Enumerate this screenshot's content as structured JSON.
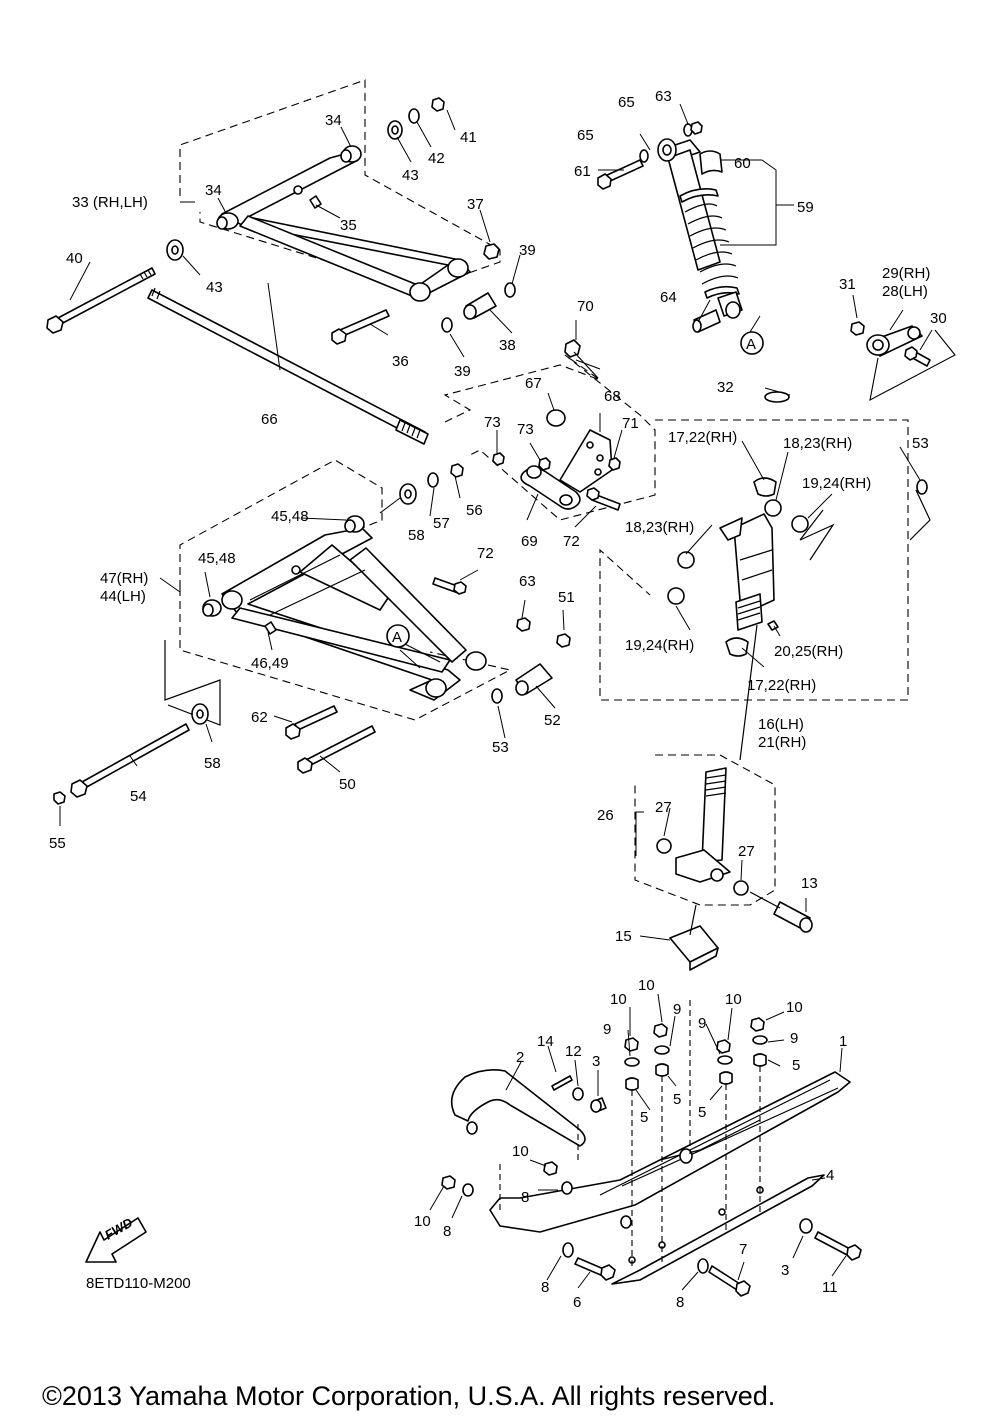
{
  "diagram": {
    "labels": {
      "l1": "1",
      "l2": "2",
      "l3a": "3",
      "l3b": "3",
      "l4": "4",
      "l5a": "5",
      "l5b": "5",
      "l5c": "5",
      "l5d": "5",
      "l6": "6",
      "l7": "7",
      "l8a": "8",
      "l8b": "8",
      "l8c": "8",
      "l8d": "8",
      "l9a": "9",
      "l9b": "9",
      "l9c": "9",
      "l9d": "9",
      "l10a": "10",
      "l10b": "10",
      "l10c": "10",
      "l10d": "10",
      "l10e": "10",
      "l10f": "10",
      "l11": "11",
      "l12": "12",
      "l13": "13",
      "l14": "14",
      "l15": "15",
      "l16": "16(LH)",
      "l21": "21(RH)",
      "l17a": "17,22(RH)",
      "l17b": "17,22(RH)",
      "l18a": "18,23(RH)",
      "l18b": "18,23(RH)",
      "l19a": "19,24(RH)",
      "l19b": "19,24(RH)",
      "l20": "20,25(RH)",
      "l26": "26",
      "l27a": "27",
      "l27b": "27",
      "l29": "29(RH)",
      "l28": "28(LH)",
      "l30": "30",
      "l31": "31",
      "l32": "32",
      "l33": "33 (RH,LH)",
      "l34a": "34",
      "l34b": "34",
      "l35": "35",
      "l36": "36",
      "l37": "37",
      "l38": "38",
      "l39a": "39",
      "l39b": "39",
      "l40": "40",
      "l41": "41",
      "l42": "42",
      "l43a": "43",
      "l43b": "43",
      "l45a": "45,48",
      "l45b": "45,48",
      "l46": "46,49",
      "l47": "47(RH)",
      "l44": "44(LH)",
      "l50": "50",
      "l51": "51",
      "l52": "52",
      "l53a": "53",
      "l53b": "53",
      "l54": "54",
      "l55": "55",
      "l56": "56",
      "l57": "57",
      "l58a": "58",
      "l58b": "58",
      "l59": "59",
      "l60": "60",
      "l61": "61",
      "l62": "62",
      "l63a": "63",
      "l63b": "63",
      "l64": "64",
      "l65a": "65",
      "l65b": "65",
      "l66": "66",
      "l67": "67",
      "l68": "68",
      "l69": "69",
      "l70": "70",
      "l71": "71",
      "l72a": "72",
      "l72b": "72",
      "l73a": "73",
      "l73b": "73",
      "refA1": "A",
      "refA2": "A"
    },
    "fwd_label": "FWD",
    "diagram_code": "8ETD110-M200",
    "copyright": "©2013 Yamaha Motor Corporation, U.S.A. All rights reserved."
  }
}
